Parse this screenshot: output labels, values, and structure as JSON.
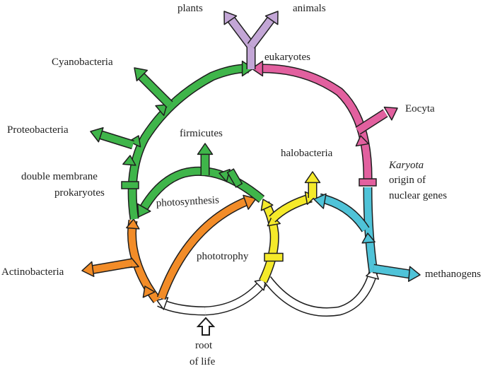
{
  "title": "Tree of life ring diagram",
  "colors": {
    "green": "#3fb54a",
    "pink": "#e2609f",
    "lavender": "#c3a6d6",
    "orange": "#f28c28",
    "yellow": "#f5ea2a",
    "cyan": "#4fc3d8",
    "white": "#ffffff",
    "outline": "#1e1e1e"
  },
  "labels": {
    "plants": "plants",
    "animals": "animals",
    "eukaryotes": "eukaryotes",
    "cyanobacteria": "Cyanobacteria",
    "proteobacteria": "Proteobacteria",
    "firmicutes": "firmicutes",
    "double_membrane_line1": "double membrane",
    "double_membrane_line2": "prokaryotes",
    "photosynthesis": "photosynthesis",
    "halobacteria": "halobacteria",
    "eocyta": "Eocyta",
    "karyota": "Karyota",
    "origin_line1": "origin of",
    "origin_line2": "nuclear genes",
    "actinobacteria": "Actinobacteria",
    "phototrophy": "phototrophy",
    "methanogens": "methanogens",
    "root_line1": "root",
    "root_line2": "of life"
  }
}
